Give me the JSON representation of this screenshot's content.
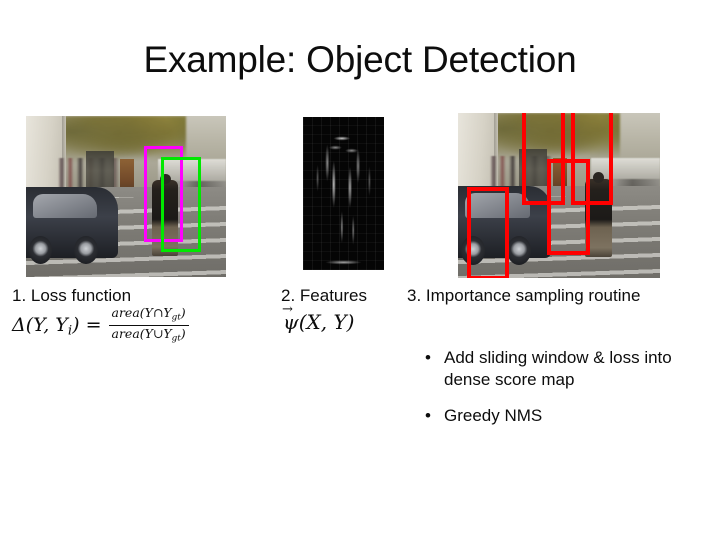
{
  "slide": {
    "title": "Example: Object Detection"
  },
  "figures": {
    "ground_truth": {
      "name": "street-scene-with-ground-truth-and-prediction-boxes",
      "boxes": [
        {
          "color_name": "magenta",
          "color": "#ff00ff",
          "label": "prediction-box"
        },
        {
          "color_name": "green",
          "color": "#00e800",
          "label": "ground-truth-box"
        }
      ]
    },
    "features": {
      "name": "hog-feature-visualization"
    },
    "detections": {
      "name": "street-scene-with-candidate-detection-boxes",
      "box_color": "#ff0000",
      "box_count": 4
    }
  },
  "columns": {
    "one": {
      "heading": "1. Loss function",
      "formula": {
        "lhs": "Δ(Y, Y",
        "lhs_sub": "i",
        "lhs_tail": ") =",
        "numerator": "area(Y∩Y",
        "numerator_sub": "gt",
        "numerator_tail": ")",
        "denominator": "area(Y∪Y",
        "denominator_sub": "gt",
        "denominator_tail": ")"
      }
    },
    "two": {
      "heading": "2. Features",
      "formula": {
        "arrow": "→",
        "symbol": "ψ",
        "args": "(X, Y)"
      }
    },
    "three": {
      "heading": "3. Importance sampling routine",
      "bullets": [
        {
          "marker": "•",
          "text": "Add sliding window & loss into dense score map"
        },
        {
          "marker": "•",
          "text": "Greedy NMS"
        }
      ]
    }
  }
}
